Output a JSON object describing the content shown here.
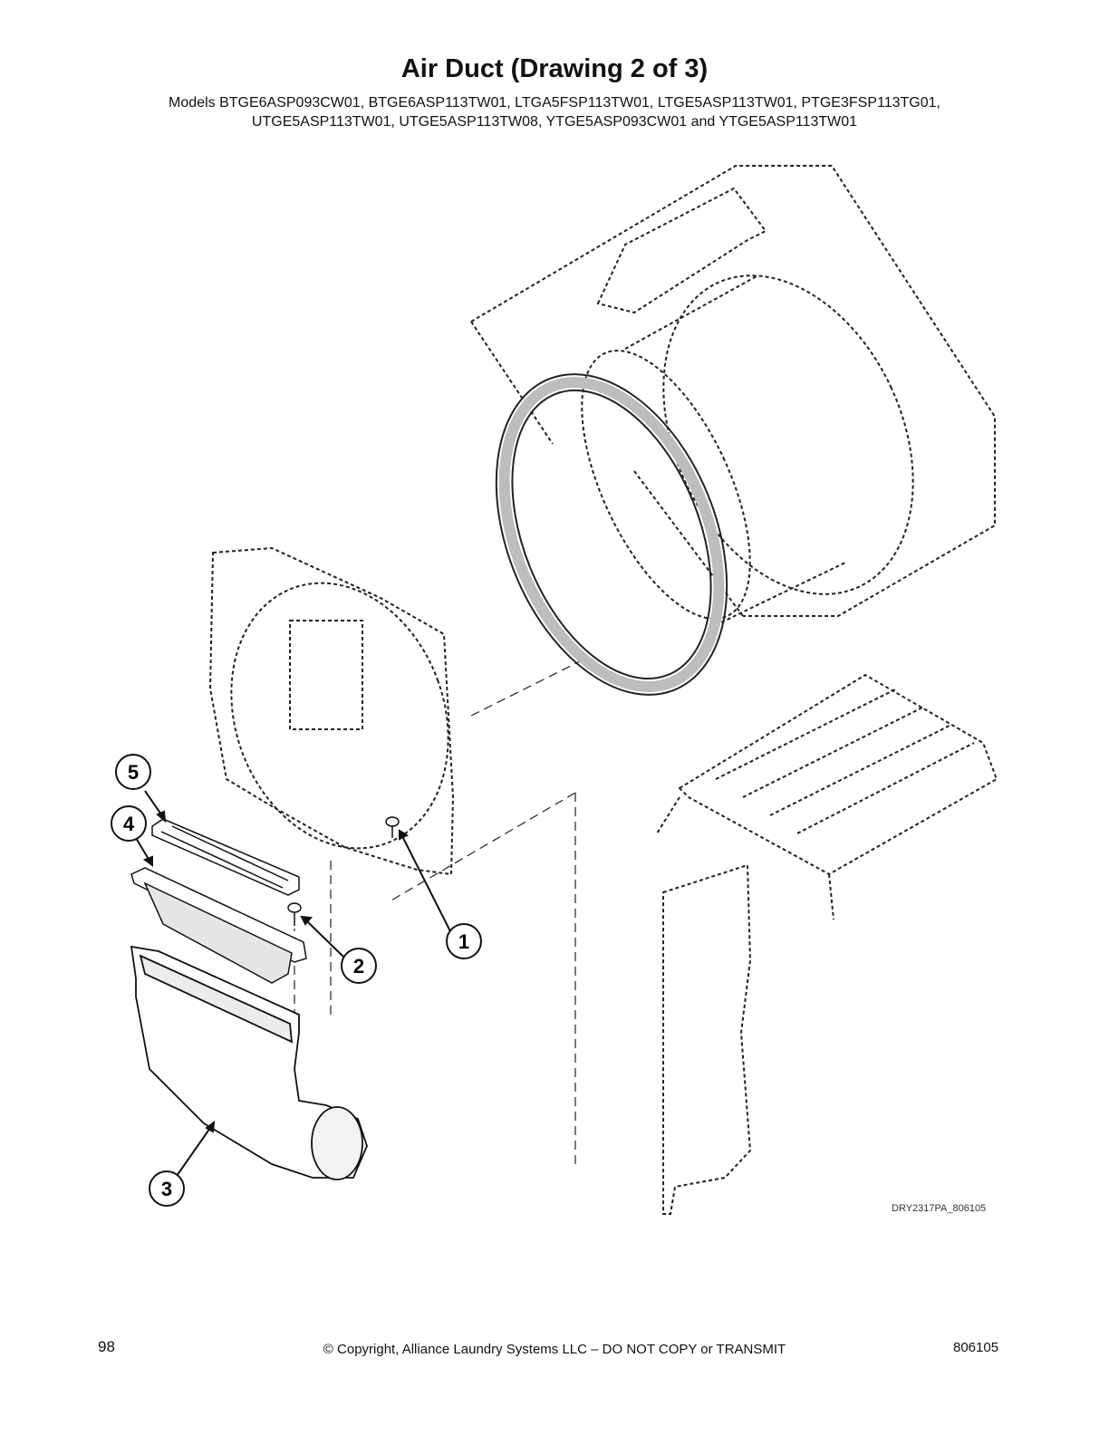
{
  "header": {
    "title": "Air Duct (Drawing 2 of 3)",
    "models_line1": "Models BTGE6ASP093CW01, BTGE6ASP113TW01, LTGA5FSP113TW01, LTGE5ASP113TW01, PTGE3FSP113TG01,",
    "models_line2": "UTGE5ASP113TW01, UTGE5ASP113TW08, YTGE5ASP093CW01 and YTGE5ASP113TW01"
  },
  "callouts": [
    "1",
    "2",
    "3",
    "4",
    "5"
  ],
  "drawing_code": "DRY2317PA_806105",
  "footer": {
    "page_number": "98",
    "copyright": "© Copyright, Alliance Laundry Systems LLC – DO NOT COPY or TRANSMIT",
    "doc_number": "806105"
  }
}
